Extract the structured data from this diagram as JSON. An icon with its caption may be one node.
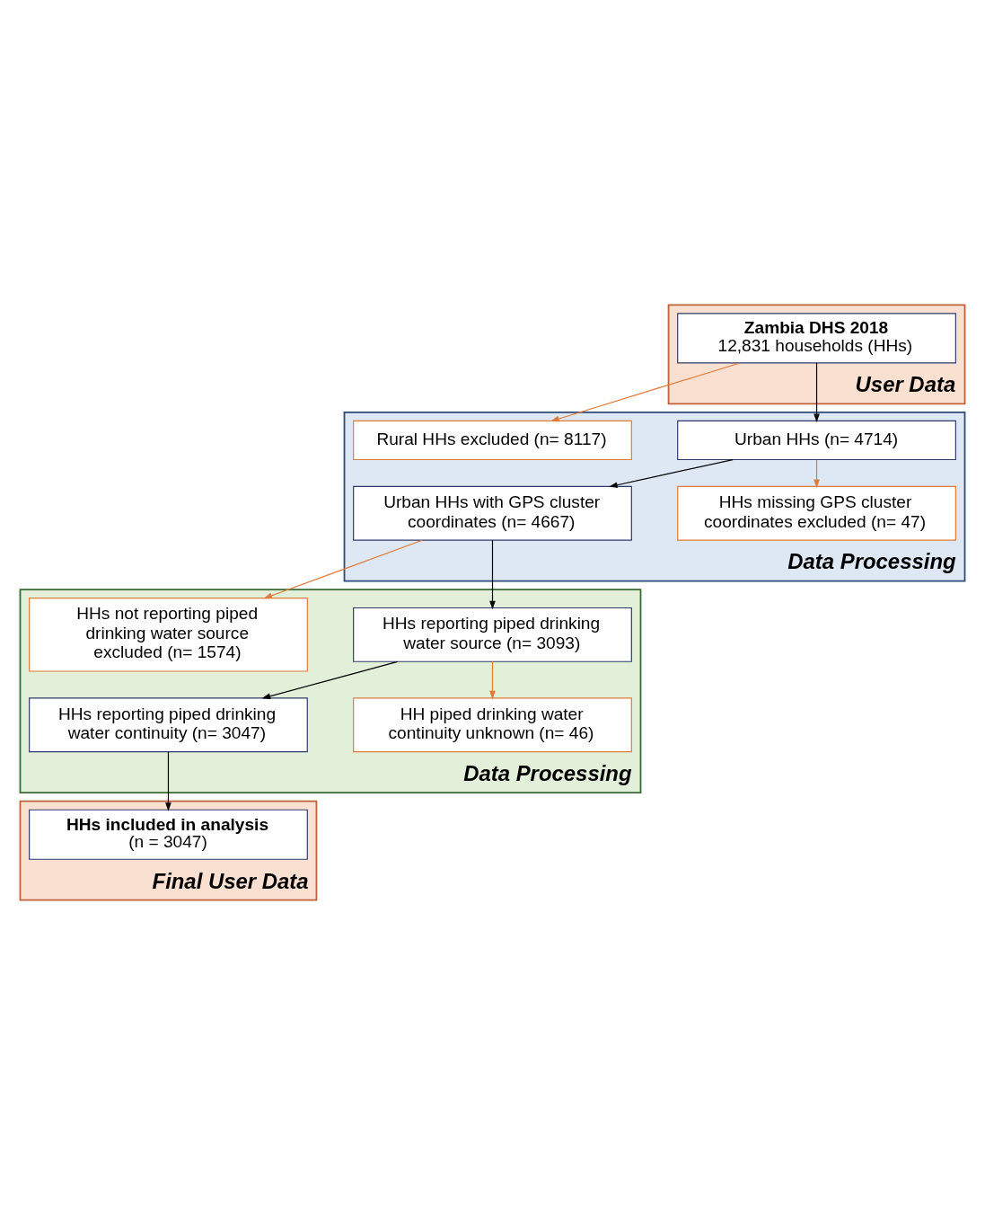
{
  "diagram": {
    "nodes": [
      {
        "text": [
          "User Data"
        ]
      },
      {
        "text": [
          "Zambia DHS 2018",
          "12,831 households (HHs)"
        ],
        "in": 0
      },
      {
        "text": [
          "Data Processing"
        ]
      },
      {
        "text": [
          "Rural HHs excluded (n= 8117)"
        ],
        "in": 2
      },
      {
        "text": [
          "Urban HHs (n= 4714)"
        ],
        "in": 2
      },
      {
        "text": [
          "HHs missing GPS cluster coordinates excluded (n= 47)"
        ],
        "in": 2
      },
      {
        "text": [
          "Urban HHs with GPS cluster coordinates (n= 4667)"
        ],
        "in": 2
      },
      {
        "text": [
          "Data Processing"
        ]
      },
      {
        "text": [
          "HHs not reporting piped drinking water source excluded (n= 1574)"
        ],
        "in": 7
      },
      {
        "text": [
          "HHs reporting piped drinking water source (n= 3093)"
        ],
        "in": 7
      },
      {
        "text": [
          "HH piped drinking water continuity unknown (n= 46)"
        ],
        "in": 7
      },
      {
        "text": [
          "HHs reporting piped drinking water continuity (n= 3047)"
        ],
        "in": 7
      },
      {
        "text": [
          "Final User Data"
        ]
      },
      {
        "text": [
          "HHs included in analysis",
          "(n = 3047)"
        ],
        "in": 12
      }
    ],
    "edges": [
      {
        "from": 1,
        "to": 4,
        "arrow": "to"
      },
      {
        "from": 1,
        "to": 3,
        "arrow": "to",
        "color": "#e07b39"
      },
      {
        "from": 4,
        "to": 6,
        "arrow": "to"
      },
      {
        "from": 4,
        "to": 5,
        "arrow": "to",
        "color": "#e07b39"
      },
      {
        "from": 6,
        "to": 9,
        "arrow": "to"
      },
      {
        "from": 6,
        "to": 8,
        "arrow": "to",
        "color": "#e07b39"
      },
      {
        "from": 9,
        "to": 11,
        "arrow": "to"
      },
      {
        "from": 9,
        "to": 10,
        "arrow": "to",
        "color": "#e07b39"
      },
      {
        "from": 11,
        "to": 13,
        "arrow": "to"
      }
    ]
  }
}
